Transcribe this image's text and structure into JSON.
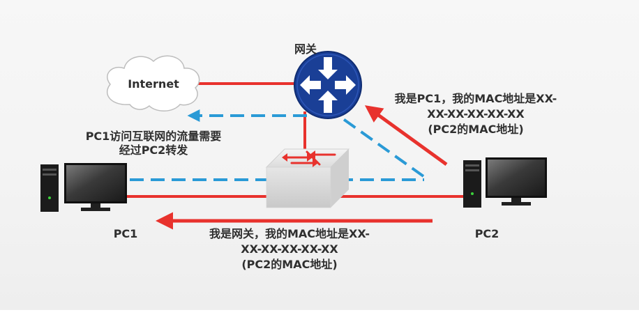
{
  "labels": {
    "gateway": "网关",
    "internet": "Internet",
    "pc1": "PC1",
    "pc2": "PC2",
    "pc1_note": [
      "PC1访问互联网的流量需要",
      "经过PC2转发"
    ],
    "top_message": [
      "我是PC1，我的MAC地址是XX-",
      "XX-XX-XX-XX-XX",
      "(PC2的MAC地址)"
    ],
    "bottom_message": [
      "我是网关，我的MAC地址是XX-",
      "XX-XX-XX-XX-XX",
      "(PC2的MAC地址)"
    ]
  },
  "icons": {
    "router": "router-icon",
    "switch": "switch-icon",
    "cloud": "cloud-icon",
    "pc1": "desktop-computer-icon",
    "pc2": "desktop-computer-icon"
  },
  "colors": {
    "red_link": "#e8322d",
    "blue_dashed": "#2a9ad6",
    "router_blue": "#1a3f96",
    "text": "#2f2f2f"
  }
}
